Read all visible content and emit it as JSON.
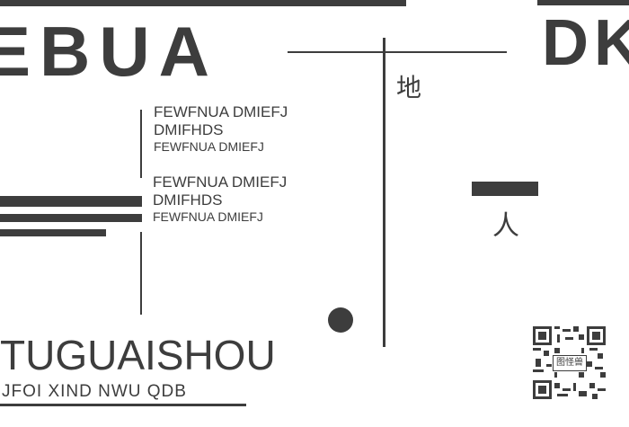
{
  "headline_left": "EBUA",
  "headline_right": "DK",
  "text_blocks": [
    {
      "line1": "FEWFNUA  DMIEFJ",
      "line2": "DMIFHDS",
      "line3": "FEWFNUA  DMIEFJ"
    },
    {
      "line1": "FEWFNUA  DMIEFJ",
      "line2": "DMIFHDS",
      "line3": "FEWFNUA  DMIEFJ"
    }
  ],
  "chinese": {
    "top": "地",
    "right": "人"
  },
  "brand": {
    "title": "TUGUAISHOU",
    "subtitle": "JFOI  XIND  NWU  QDB"
  },
  "qr": {
    "badge": "图怪兽"
  },
  "colors": {
    "ink": "#3d3d3d",
    "background": "#ffffff"
  }
}
